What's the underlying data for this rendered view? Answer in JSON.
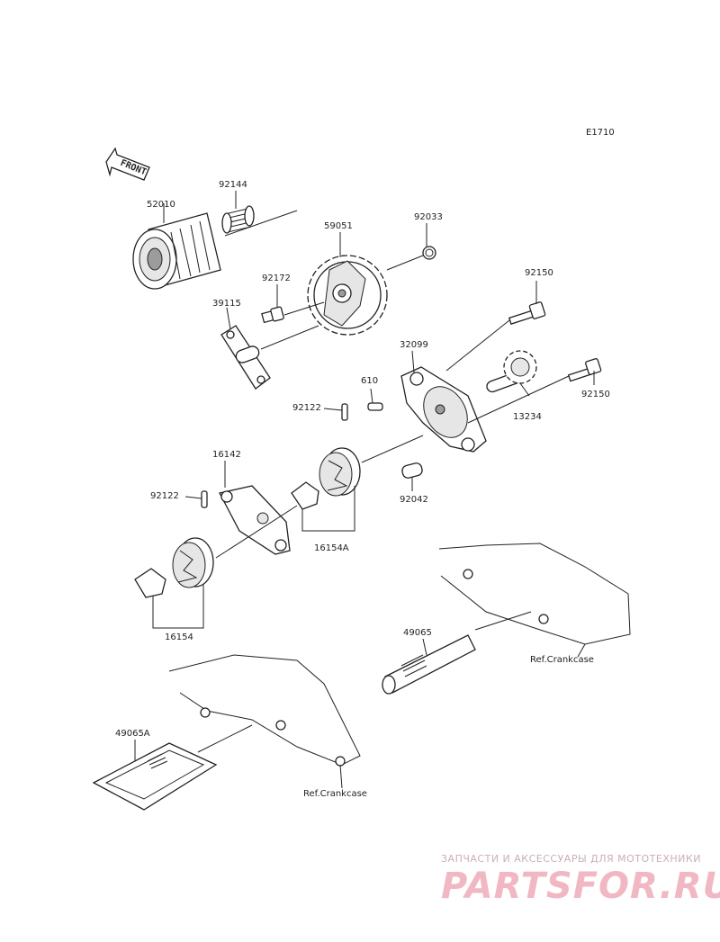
{
  "diagram_code": "E1710",
  "front_label": "FRONT",
  "parts": {
    "p52010": "52010",
    "p92144": "92144",
    "p59051": "59051",
    "p92033": "92033",
    "p92172": "92172",
    "p39115": "39115",
    "p92150_top": "92150",
    "p32099": "32099",
    "p610": "610",
    "p13234": "13234",
    "p92150_right": "92150",
    "p92122_upper": "92122",
    "p16142": "16142",
    "p92122_lower": "92122",
    "p92042": "92042",
    "p16154A": "16154A",
    "p16154": "16154",
    "p49065": "49065",
    "p49065A": "49065A"
  },
  "refs": {
    "crankcase_right": "Ref.Crankcase",
    "crankcase_bottom": "Ref.Crankcase"
  },
  "watermark": {
    "tagline": "ЗАПЧАСТИ И АКСЕССУАРЫ ДЛЯ МОТОТЕХНИКИ",
    "logo": "PARTSFOR.RU"
  }
}
